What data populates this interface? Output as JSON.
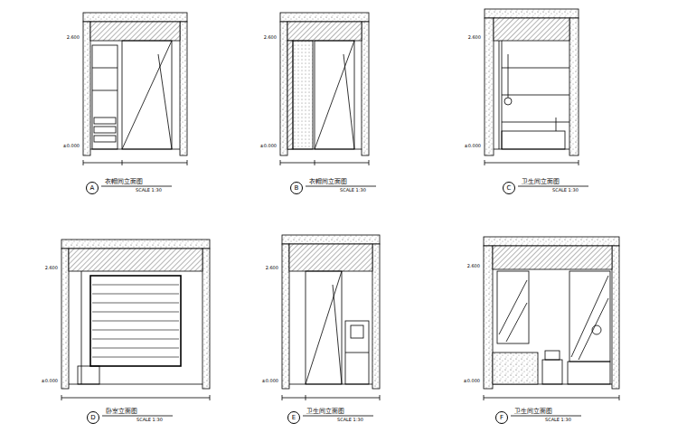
{
  "diagram": {
    "nodes": [
      {
        "text": [
          "A"
        ]
      },
      {
        "text": [
          "B"
        ]
      },
      {
        "text": [
          "C"
        ]
      },
      {
        "text": [
          "D"
        ]
      },
      {
        "text": [
          "E"
        ]
      },
      {
        "text": [
          "F"
        ]
      }
    ],
    "labels": [
      "衣帽间立面图",
      "SCALE 1:30",
      "衣帽间立面图",
      "SCALE 1:30",
      "卫生间立面图",
      "SCALE 1:30",
      "卧室立面图",
      "SCALE 1:30",
      "卫生间立面图",
      "SCALE 1:30",
      "卫生间立面图",
      "SCALE 1:30",
      "2.600",
      "±0.000",
      "2.600",
      "±0.000",
      "2.600",
      "±0.000",
      "2.600",
      "±0.000",
      "2.600",
      "±0.000",
      "2.600",
      "±0.000"
    ]
  }
}
